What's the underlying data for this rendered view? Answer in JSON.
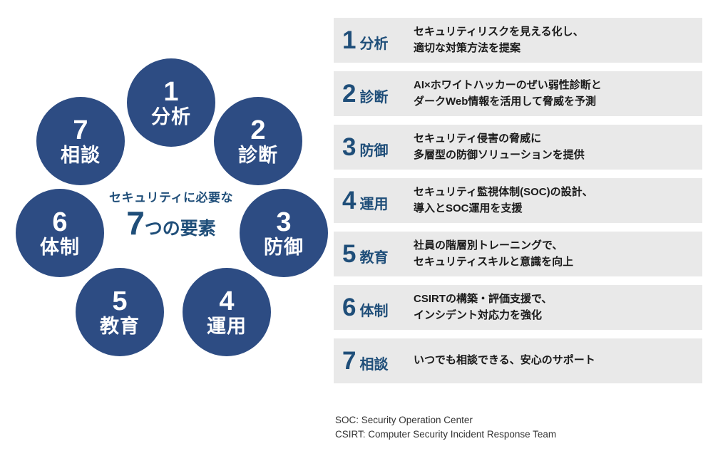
{
  "title": "セキュリティに必要な7つの要素",
  "colors": {
    "circle": "#2d4c83",
    "accent": "#1f4e79",
    "row_bg": "#e9e9e9"
  },
  "center": {
    "line1": "セキュリティに必要な",
    "big_number": "7",
    "suffix": "つの要素"
  },
  "circles": [
    {
      "num": "1",
      "label": "分析"
    },
    {
      "num": "2",
      "label": "診断"
    },
    {
      "num": "3",
      "label": "防御"
    },
    {
      "num": "4",
      "label": "運用"
    },
    {
      "num": "5",
      "label": "教育"
    },
    {
      "num": "6",
      "label": "体制"
    },
    {
      "num": "7",
      "label": "相談"
    }
  ],
  "rows": [
    {
      "num": "1",
      "label": "分析",
      "desc": "セキュリティリスクを見える化し、\n適切な対策方法を提案"
    },
    {
      "num": "2",
      "label": "診断",
      "desc": "AI×ホワイトハッカーのぜい弱性診断と\nダークWeb情報を活用して脅威を予測"
    },
    {
      "num": "3",
      "label": "防御",
      "desc": "セキュリティ侵害の脅威に\n多層型の防御ソリューションを提供"
    },
    {
      "num": "4",
      "label": "運用",
      "desc": "セキュリティ監視体制(SOC)の設計、\n導入とSOC運用を支援"
    },
    {
      "num": "5",
      "label": "教育",
      "desc": "社員の階層別トレーニングで、\nセキュリティスキルと意識を向上"
    },
    {
      "num": "6",
      "label": "体制",
      "desc": "CSIRTの構築・評価支援で、\nインシデント対応力を強化"
    },
    {
      "num": "7",
      "label": "相談",
      "desc": "いつでも相談できる、安心のサポート"
    }
  ],
  "footnotes": {
    "soc": "SOC: Security Operation Center",
    "csirt": "CSIRT: Computer Security Incident Response Team"
  }
}
